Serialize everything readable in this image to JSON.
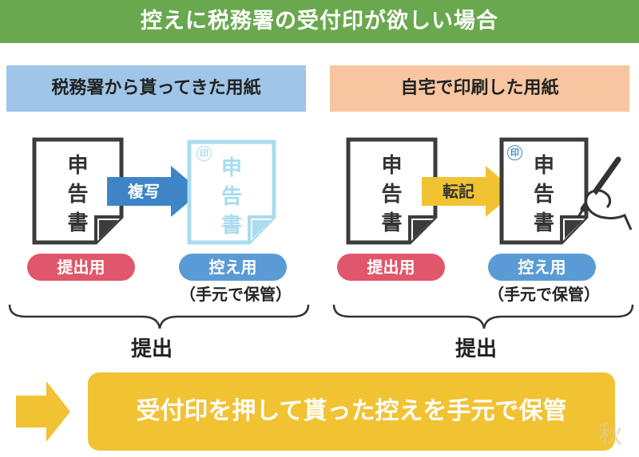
{
  "title": "控えに税務署の受付印が欲しい場合",
  "left": {
    "header": "税務署から貰ってきた用紙",
    "doc_original": [
      "申",
      "告",
      "書"
    ],
    "arrow_label": "複写",
    "seal": "印",
    "doc_copy": [
      "申",
      "告",
      "書"
    ],
    "pill_submit": "提出用",
    "pill_copy": "控え用",
    "copy_note": "（手元で保管）",
    "brace_label": "提出"
  },
  "right": {
    "header": "自宅で印刷した用紙",
    "doc_original": [
      "申",
      "告",
      "書"
    ],
    "arrow_label": "転記",
    "seal": "印",
    "doc_copy": [
      "申",
      "告",
      "書"
    ],
    "pill_submit": "提出用",
    "pill_copy": "控え用",
    "copy_note": "（手元で保管）",
    "brace_label": "提出"
  },
  "bottom": {
    "banner": "受付印を押して貰った控えを手元で保管"
  },
  "logo": "秋",
  "colors": {
    "title_bg": "#6aa84f",
    "left_header_bg": "#9fc5e8",
    "right_header_bg": "#f7c6a1",
    "arrow_blue": "#3d85c6",
    "arrow_yellow": "#f1c232",
    "pill_red": "#e0566a",
    "pill_blue": "#5b9bd5",
    "copy_doc_stroke": "#a8dcee",
    "banner_bg": "#f1c232"
  },
  "icons": [
    "document-icon",
    "copy-arrow-icon",
    "transcribe-arrow-icon",
    "pen-hand-icon",
    "brace-icon",
    "right-arrow-icon"
  ]
}
